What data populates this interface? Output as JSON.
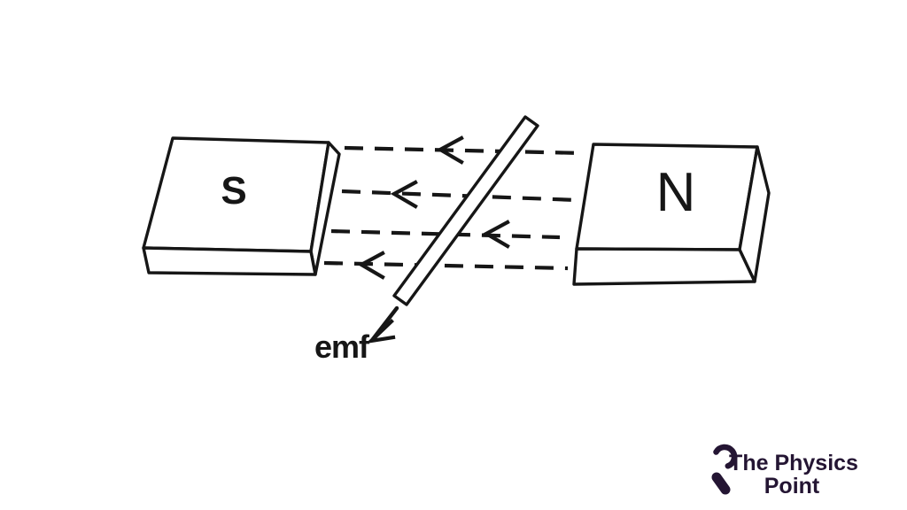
{
  "diagram": {
    "left_pole_label": "S",
    "right_pole_label": "N",
    "emf_label": "emf",
    "field_lines": {
      "count": 4,
      "style": "dashed",
      "arrow_direction": "left"
    },
    "components": [
      "bar-magnet-S",
      "bar-magnet-N",
      "field-lines",
      "conductor-rod",
      "emf-arrow"
    ],
    "ink_color": "#161616",
    "background_color": "#ffffff"
  },
  "logo": {
    "line1": "The Physics",
    "line2": "Point",
    "color": "#241533",
    "icon": "crescent-magnifier-icon"
  }
}
